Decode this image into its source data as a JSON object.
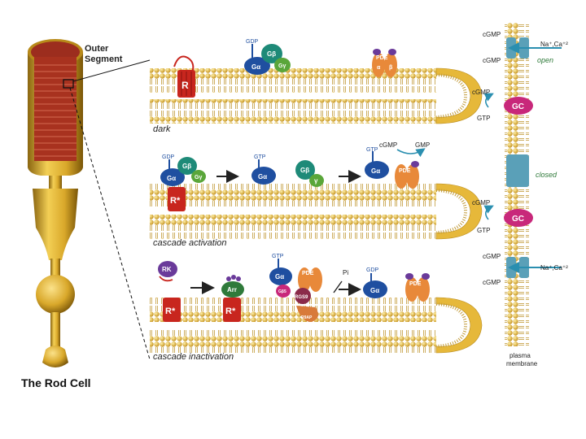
{
  "figure": {
    "cell_title": "The Rod Cell",
    "outer_segment_label": [
      "Outer",
      "Segment"
    ],
    "panels": {
      "dark": "dark",
      "activation": "cascade activation",
      "inactivation": "cascade inactivation"
    },
    "molecules": {
      "R": "R",
      "R_star": "R*",
      "G_alpha": "Gα",
      "G_beta": "Gβ",
      "G_gamma": "Gγ",
      "GDP": "GDP",
      "GTP": "GTP",
      "cGMP": "cGMP",
      "GMP": "GMP",
      "PDE": "PDE",
      "alpha": "α",
      "beta": "β",
      "gamma": "γ",
      "RK": "RK",
      "Arr": "Arr",
      "RGS9": "RGS9",
      "G_beta5": "Gβ5",
      "R9AP": "R9AP",
      "Pi": "Pi",
      "GC": "GC",
      "ions": "Na⁺,Ca⁺²"
    },
    "membrane": {
      "open": "open",
      "closed": "closed",
      "plasma": "plasma",
      "membrane": "membrane"
    },
    "colors": {
      "lipid_head": "#e8b52a",
      "lipid_tail": "#c9a036",
      "receptor_red": "#c8261e",
      "g_alpha_blue": "#1f4fa0",
      "g_beta_teal": "#1e8a78",
      "g_gamma_green": "#5aa63a",
      "pde_orange": "#e8893a",
      "gc_magenta": "#c8287a",
      "channel_teal": "#5aa0b8",
      "rk_purple": "#6a3a9a",
      "arr_green": "#2f7a3a",
      "rod_gold": "#d9a82a"
    }
  }
}
